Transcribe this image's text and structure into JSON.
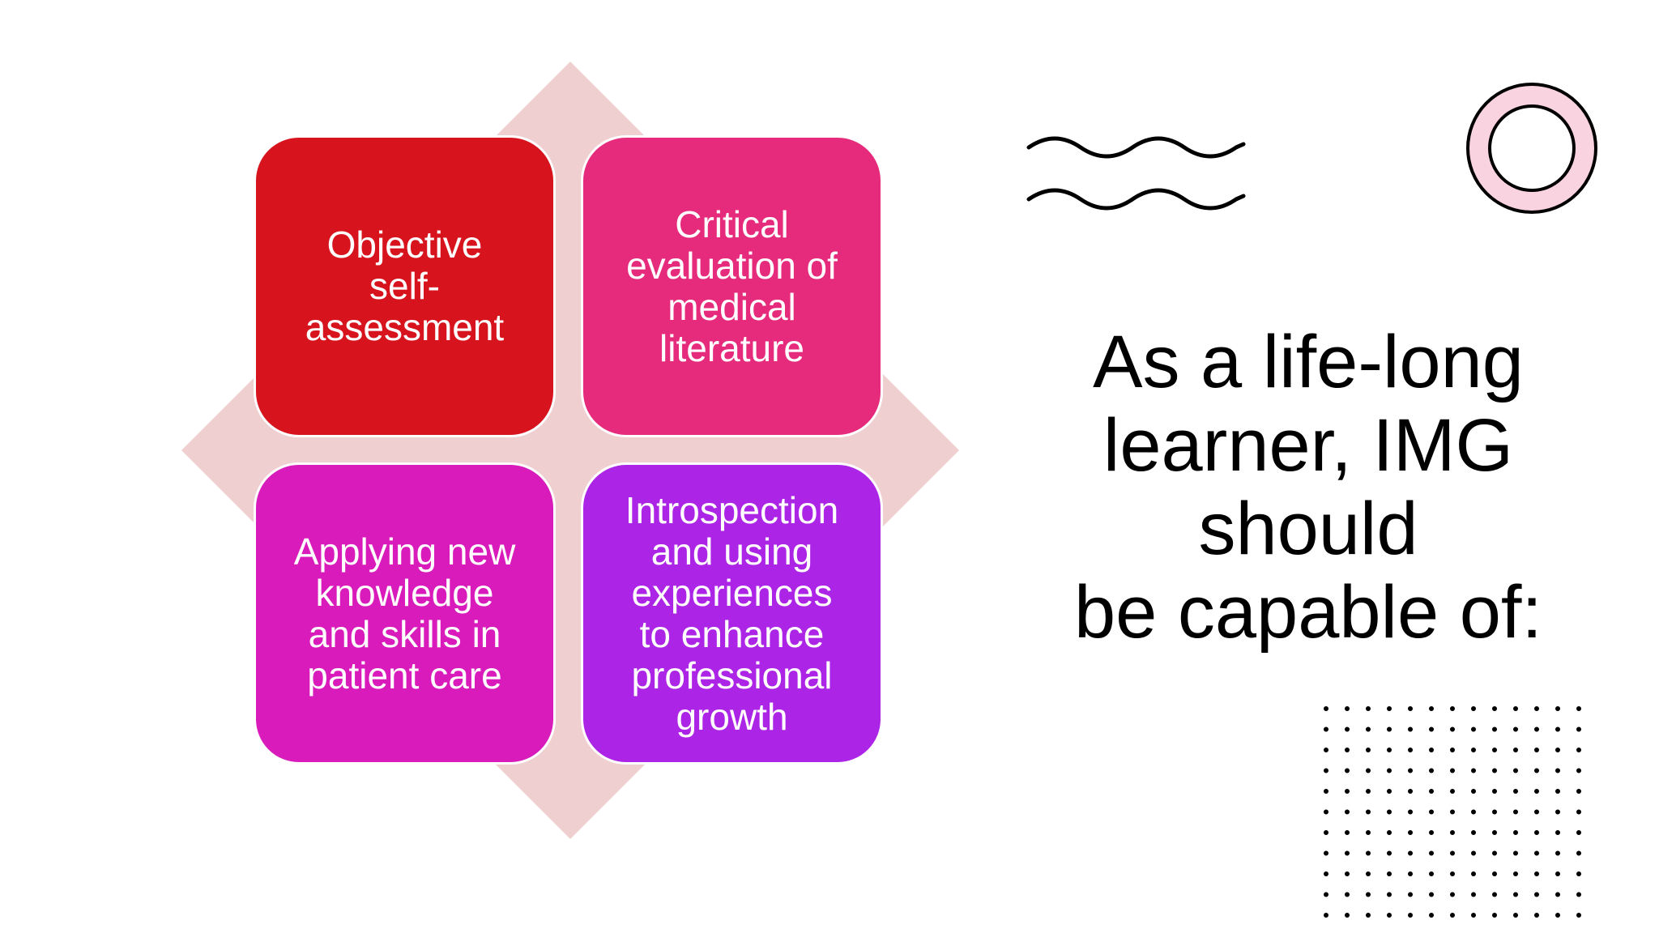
{
  "slide": {
    "cards": [
      {
        "lines": [
          "Objective",
          "self-",
          "assessment"
        ],
        "color": "#d7141e"
      },
      {
        "lines": [
          "Critical",
          "evaluation of",
          "medical",
          "literature"
        ],
        "color": "#e62a7c"
      },
      {
        "lines": [
          "Applying new",
          "knowledge",
          "and skills in",
          "patient care"
        ],
        "color": "#d91bbb"
      },
      {
        "lines": [
          "Introspection",
          "and using",
          "experiences",
          "to enhance",
          "professional",
          "growth"
        ],
        "color": "#ac25e6"
      }
    ],
    "headline_lines": [
      "As a life-long",
      "learner, IMG",
      "should",
      "be capable of:"
    ],
    "colors": {
      "diamond": "#f0cfd1",
      "ring_fill": "#f9d3df",
      "decor_stroke": "#000000"
    },
    "decor_icons": [
      "wave-lines-icon",
      "ring-icon",
      "dot-grid-icon"
    ]
  }
}
